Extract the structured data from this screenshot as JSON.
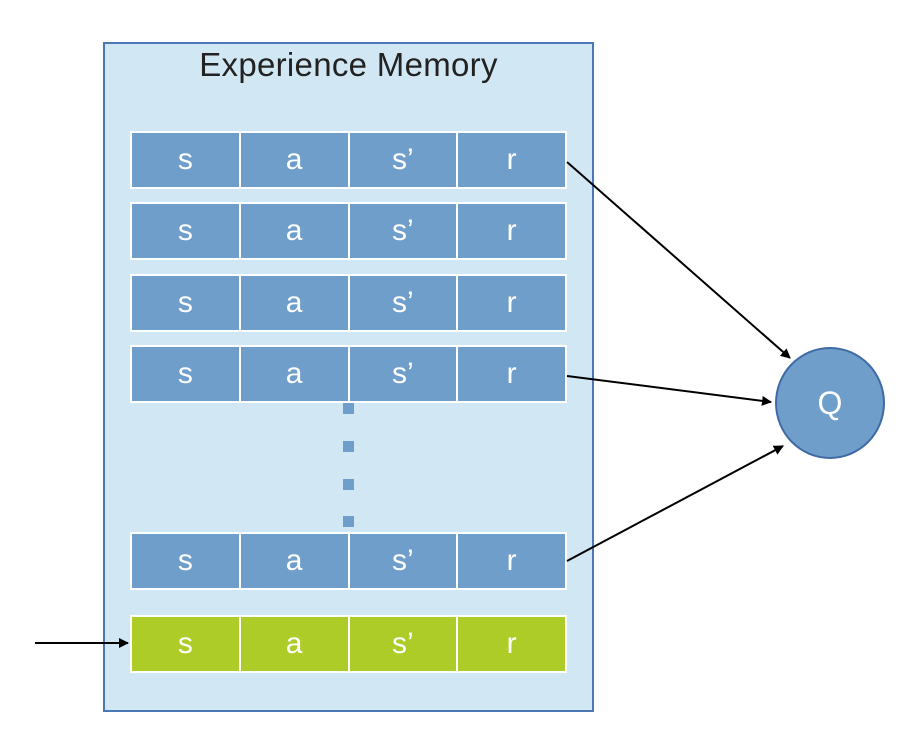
{
  "title": "Experience Memory",
  "rows": [
    {
      "cells": [
        "s",
        "a",
        "s’",
        "r"
      ],
      "color": "#6f9ecb"
    },
    {
      "cells": [
        "s",
        "a",
        "s’",
        "r"
      ],
      "color": "#6f9ecb"
    },
    {
      "cells": [
        "s",
        "a",
        "s’",
        "r"
      ],
      "color": "#6f9ecb"
    },
    {
      "cells": [
        "s",
        "a",
        "s’",
        "r"
      ],
      "color": "#6f9ecb"
    },
    {
      "cells": [
        "s",
        "a",
        "s’",
        "r"
      ],
      "color": "#6f9ecb"
    },
    {
      "cells": [
        "s",
        "a",
        "s’",
        "r"
      ],
      "color": "#aecc28"
    }
  ],
  "q_label": "Q",
  "colors": {
    "memory_background": "#d2e7f4",
    "memory_border": "#4b77b6",
    "new_entry": "#aecc28",
    "entry": "#6f9ecb"
  }
}
